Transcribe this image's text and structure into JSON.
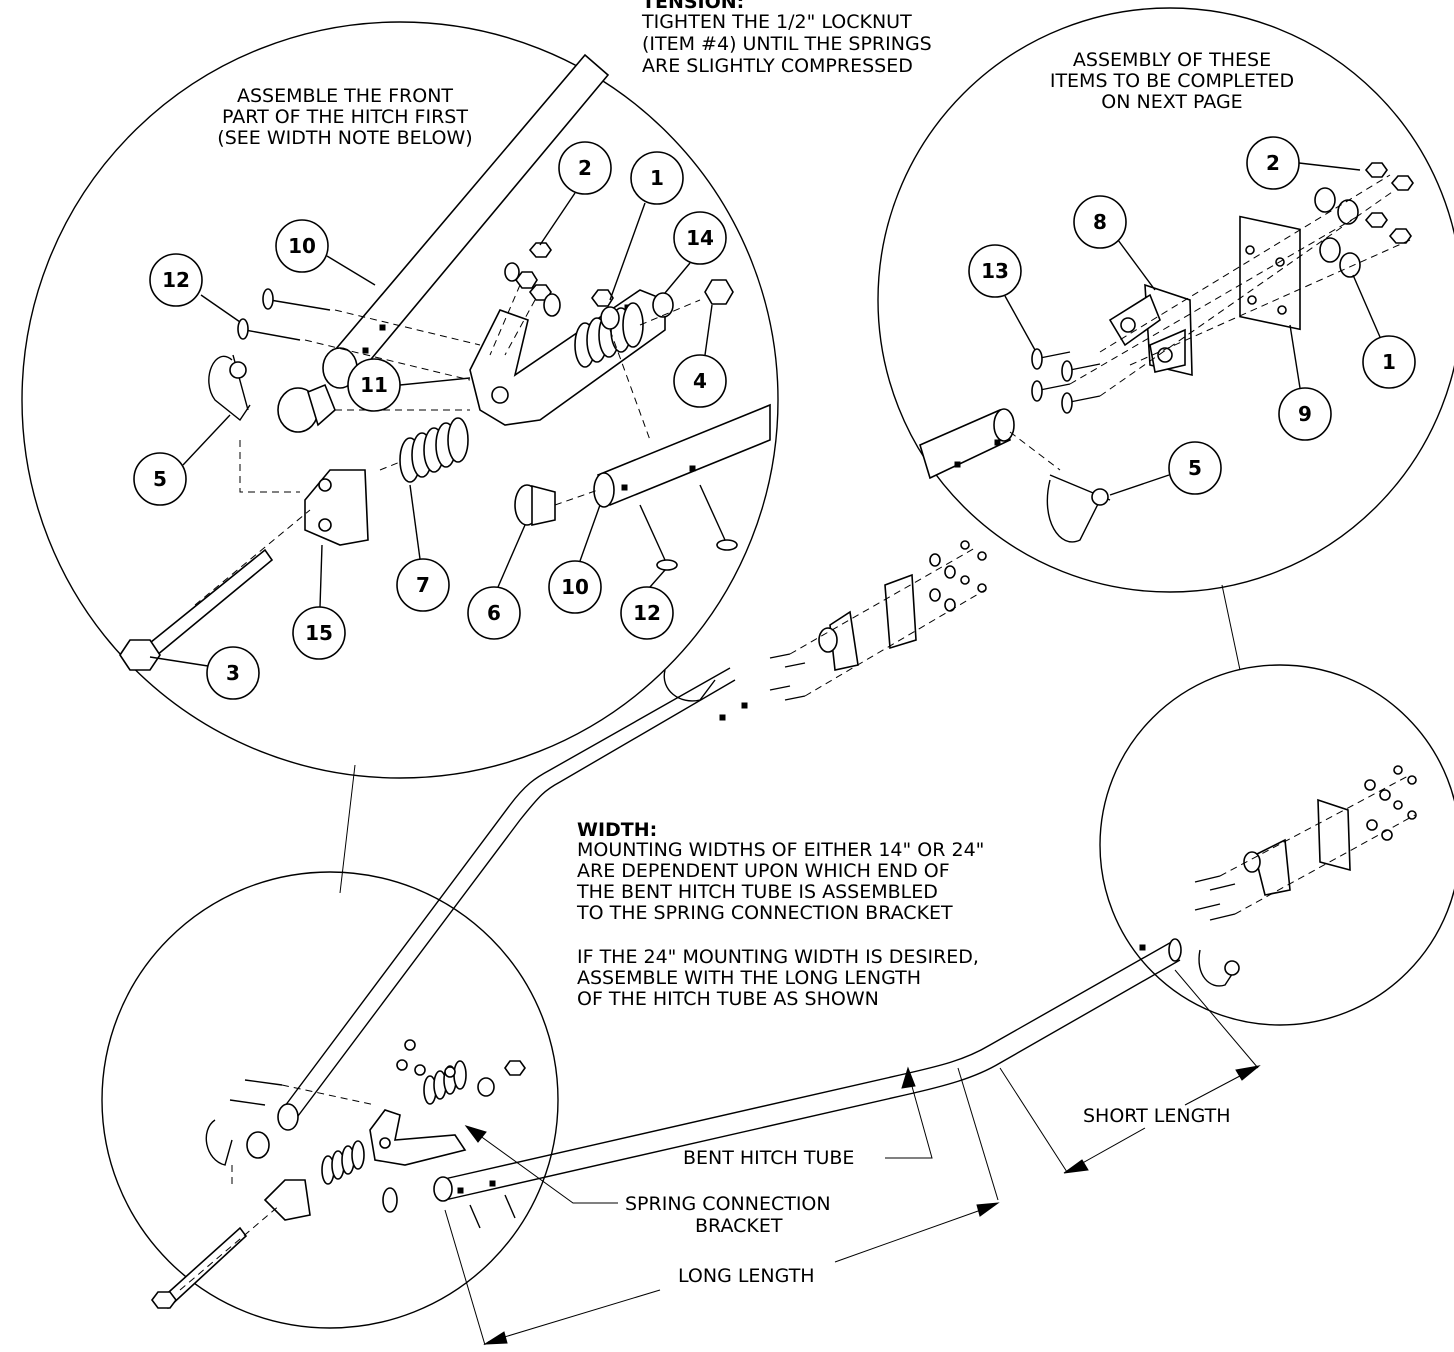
{
  "notes": {
    "tension_title": "TENSION:",
    "tension_lines": [
      "TIGHTEN THE 1/2\" LOCKNUT",
      "(ITEM #4) UNTIL THE SPRINGS",
      "ARE SLIGHTLY COMPRESSED"
    ],
    "front_lines": [
      "ASSEMBLE THE FRONT",
      "PART OF THE HITCH FIRST",
      "(SEE WIDTH NOTE BELOW)"
    ],
    "next_page_lines": [
      "ASSEMBLY OF THESE",
      "ITEMS TO BE COMPLETED",
      "ON NEXT PAGE"
    ],
    "width_title": "WIDTH:",
    "width_lines": [
      "MOUNTING WIDTHS OF EITHER 14\" OR 24\"",
      "ARE DEPENDENT UPON WHICH END OF",
      "THE BENT HITCH TUBE IS ASSEMBLED",
      "TO THE SPRING CONNECTION BRACKET"
    ],
    "width_lines_2": [
      "IF THE 24\" MOUNTING WIDTH IS DESIRED,",
      "ASSEMBLE WITH THE LONG LENGTH",
      "OF THE HITCH TUBE AS SHOWN"
    ]
  },
  "labels": {
    "bent_hitch_tube": "BENT HITCH TUBE",
    "spring_bracket_1": "SPRING CONNECTION",
    "spring_bracket_2": "BRACKET",
    "short_length": "SHORT LENGTH",
    "long_length": "LONG LENGTH"
  },
  "callouts": {
    "front": [
      "2",
      "1",
      "14",
      "10",
      "12",
      "4",
      "11",
      "5",
      "7",
      "10",
      "6",
      "12",
      "15",
      "3"
    ],
    "rear": [
      "2",
      "8",
      "13",
      "1",
      "9",
      "5"
    ]
  }
}
